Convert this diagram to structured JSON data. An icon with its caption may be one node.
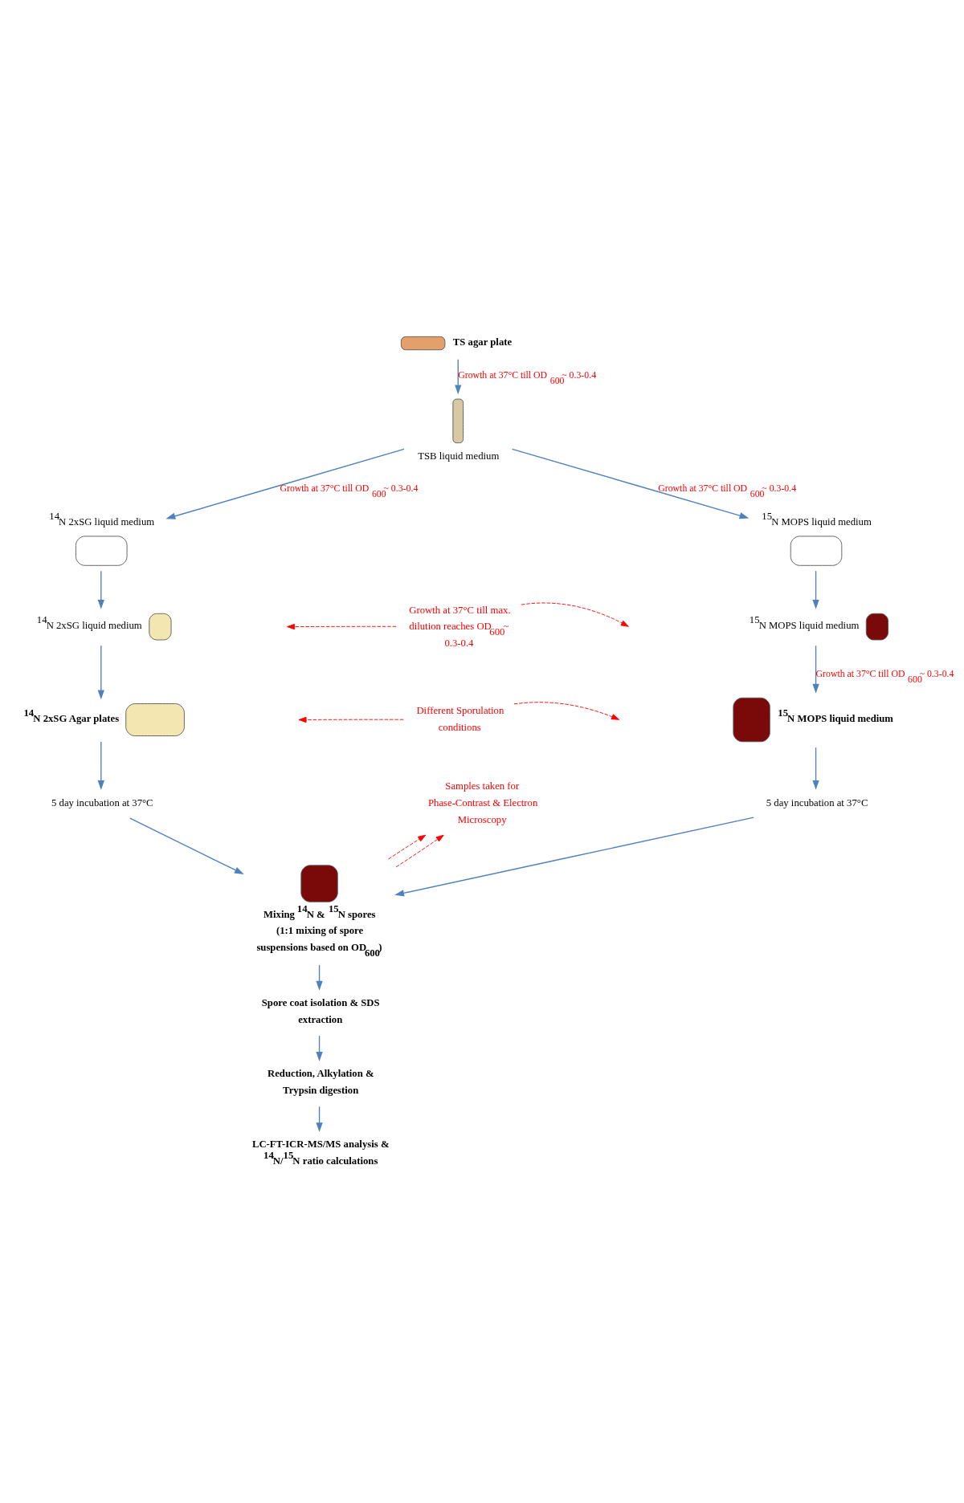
{
  "diagram": {
    "nodes": [
      {
        "text": [
          "TS agar plate"
        ]
      },
      {
        "text": [
          "TSB liquid medium"
        ]
      },
      {
        "text": [
          "$^{14}$N 2xSG liquid medium"
        ]
      },
      {
        "text": [
          "$^{15}$N MOPS liquid medium"
        ]
      },
      {
        "text": [
          "$^{14}$N 2xSG liquid medium"
        ]
      },
      {
        "text": [
          "$^{15}$N MOPS liquid medium"
        ]
      },
      {
        "text": [
          "$^{14}$N 2xSG Agar plates"
        ]
      },
      {
        "text": [
          "$^{15}$N MOPS liquid medium"
        ]
      },
      {
        "text": [
          "5 day incubation at 37°C"
        ]
      },
      {
        "text": [
          "5 day incubation at 37°C"
        ]
      },
      {
        "text": [
          "Mixing $^{14}$N & $^{15}$N spores",
          "(1:1 mixing of spore suspensions based on OD$_{600}$)"
        ]
      },
      {
        "text": [
          "Samples taken for Phase-Contrast & Electron Microscopy"
        ]
      },
      {
        "text": [
          "Spore coat isolation & SDS extraction"
        ]
      },
      {
        "text": [
          "Reduction, Alkylation & Trypsin digestion"
        ]
      },
      {
        "text": [
          "LC-FT-ICR-MS/MS analysis & $^{14}$N/$^{15}$N ratio calculations"
        ]
      },
      {
        "text": [
          "Growth at 37°C till max. dilution reaches OD$_{600}$~ 0.3-0.4"
        ]
      },
      {
        "text": [
          "Different Sporulation conditions"
        ]
      }
    ],
    "edges": [
      {
        "from": 0,
        "to": 1,
        "arrow": "to",
        "label": "Growth at 37°C till OD$_{600}$~ 0.3-0.4"
      },
      {
        "from": 1,
        "to": 2,
        "arrow": "to",
        "label": "Growth at 37°C till OD$_{600}$~ 0.3-0.4"
      },
      {
        "from": 1,
        "to": 3,
        "arrow": "to",
        "label": "Growth at 37°C till OD$_{600}$~ 0.3-0.4"
      },
      {
        "from": 2,
        "to": 4,
        "arrow": "to"
      },
      {
        "from": 3,
        "to": 5,
        "arrow": "to"
      },
      {
        "from": 15,
        "to": null,
        "arrow": "to",
        "style": "dashed",
        "color": "#ff0000"
      },
      {
        "from": 15,
        "to": null,
        "arrow": "to",
        "style": "dashed",
        "color": "#ff0000"
      },
      {
        "from": 4,
        "to": 6,
        "arrow": "to"
      },
      {
        "from": 5,
        "to": 7,
        "arrow": "to",
        "label": "Growth at 37°C till OD$_{600}$~ 0.3-0.4"
      },
      {
        "from": 16,
        "to": null,
        "arrow": "to",
        "style": "dashed",
        "color": "#ff0000"
      },
      {
        "from": 16,
        "to": null,
        "arrow": "to",
        "style": "dashed",
        "color": "#ff0000"
      },
      {
        "from": 6,
        "to": 8,
        "arrow": "to"
      },
      {
        "from": 7,
        "to": 9,
        "arrow": "to"
      },
      {
        "from": 8,
        "to": 10,
        "arrow": "to"
      },
      {
        "from": 9,
        "to": 10,
        "arrow": "to"
      },
      {
        "from": 10,
        "to": 11,
        "arrow": "to",
        "style": "dashed",
        "color": "#ff0000"
      },
      {
        "from": 10,
        "to": 11,
        "arrow": "to",
        "style": "dashed",
        "color": "#ff0000"
      },
      {
        "from": 10,
        "to": 12,
        "arrow": "to"
      },
      {
        "from": 12,
        "to": 13,
        "arrow": "to"
      },
      {
        "from": 13,
        "to": 14,
        "arrow": "to"
      }
    ]
  }
}
